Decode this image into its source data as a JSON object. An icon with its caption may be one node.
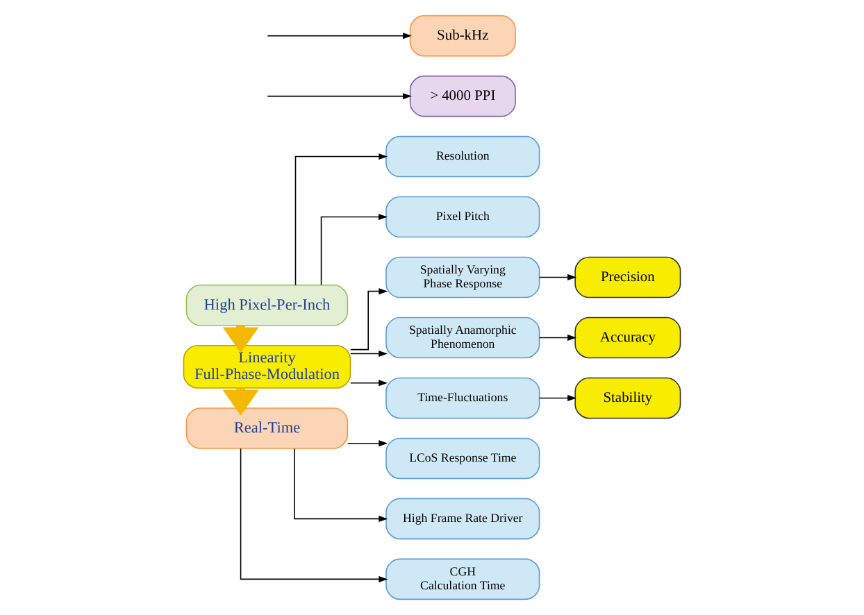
{
  "diagram": {
    "nodes": [
      {
        "text": [
          "High Pixel-Per-Inch"
        ]
      },
      {
        "text": [
          "Resolution"
        ]
      },
      {
        "text": [
          "Pixel Pitch"
        ]
      },
      {
        "text": [
          "> 4000 PPI"
        ]
      },
      {
        "text": [
          "Linearity Full-Phase-Modulation"
        ]
      },
      {
        "text": [
          "Spatially Varying Phase Response"
        ]
      },
      {
        "text": [
          "Spatially Anamorphic Phenomenon"
        ]
      },
      {
        "text": [
          "Time-Fluctuations"
        ]
      },
      {
        "text": [
          "Precision"
        ]
      },
      {
        "text": [
          "Accuracy"
        ]
      },
      {
        "text": [
          "Stability"
        ]
      },
      {
        "text": [
          "Real-Time"
        ]
      },
      {
        "text": [
          "LCoS Response Time"
        ]
      },
      {
        "text": [
          "High Frame Rate Driver"
        ]
      },
      {
        "text": [
          "CGH Calculation Time"
        ]
      },
      {
        "text": [
          "Sub-kHz"
        ]
      }
    ],
    "edges": [
      {
        "from": 0,
        "to": 1,
        "arrow": "to"
      },
      {
        "from": 0,
        "to": 2,
        "arrow": "to"
      },
      {
        "from": null,
        "to": 3,
        "arrow": "to"
      },
      {
        "from": 0,
        "to": 4,
        "arrow": "to",
        "style": "thick",
        "color": "#f5b800"
      },
      {
        "from": 4,
        "to": 5,
        "arrow": "to"
      },
      {
        "from": 4,
        "to": 6,
        "arrow": "to"
      },
      {
        "from": 4,
        "to": 7,
        "arrow": "to"
      },
      {
        "from": 5,
        "to": 8,
        "arrow": "to"
      },
      {
        "from": 6,
        "to": 9,
        "arrow": "to"
      },
      {
        "from": 7,
        "to": 10,
        "arrow": "to"
      },
      {
        "from": 4,
        "to": 11,
        "arrow": "to",
        "style": "thick",
        "color": "#f5b800"
      },
      {
        "from": 11,
        "to": 12,
        "arrow": "to"
      },
      {
        "from": 11,
        "to": 13,
        "arrow": "to"
      },
      {
        "from": 11,
        "to": 14,
        "arrow": "to"
      },
      {
        "from": null,
        "to": 15,
        "arrow": "to"
      }
    ]
  }
}
